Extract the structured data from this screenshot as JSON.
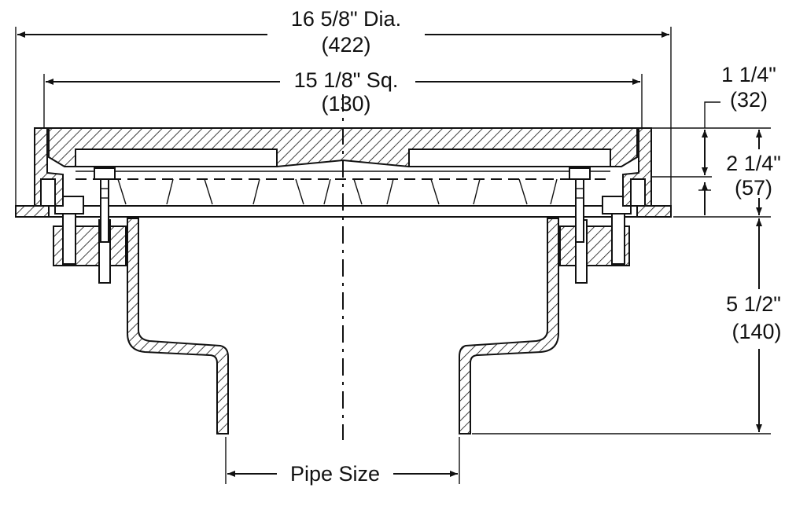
{
  "dimensions": {
    "overall_diameter": {
      "primary": "16 5/8\" Dia.",
      "secondary": "(422)"
    },
    "grate_square": {
      "primary": "15 1/8\" Sq.",
      "secondary": "(130)"
    },
    "grate_thickness": {
      "primary": "1 1/4\"",
      "secondary": "(32)"
    },
    "top_height": {
      "primary": "2 1/4\"",
      "secondary": "(57)"
    },
    "body_depth": {
      "primary": "5 1/2\"",
      "secondary": "(140)"
    },
    "pipe": {
      "label": "Pipe Size"
    }
  }
}
